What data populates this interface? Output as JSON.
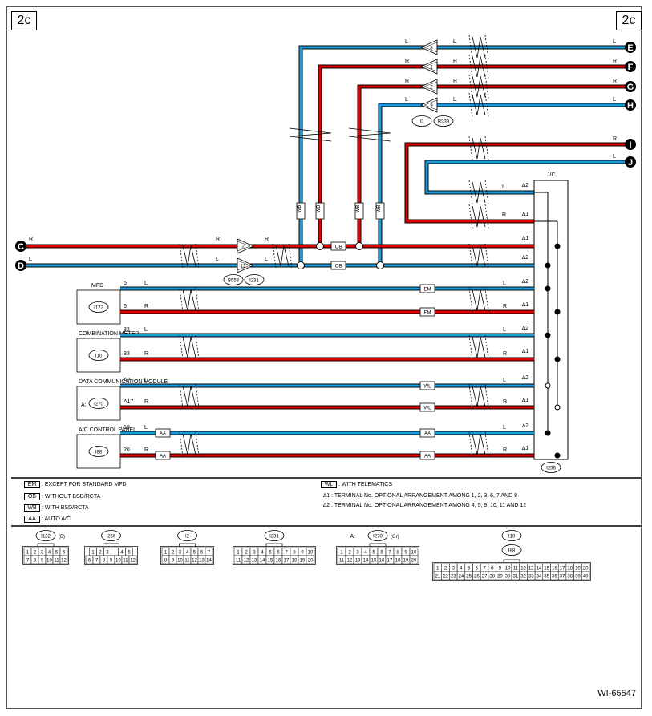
{
  "page": {
    "ref_left": "2c",
    "ref_right": "2c",
    "doc_id": "WI-65547"
  },
  "colors": {
    "red": "#e00000",
    "blue": "#1a9be0",
    "black": "#000000"
  },
  "connectors_right": [
    {
      "letter": "E",
      "color": "L",
      "term": "8"
    },
    {
      "letter": "F",
      "color": "R",
      "term": "1"
    },
    {
      "letter": "G",
      "color": "R",
      "term": "2"
    },
    {
      "letter": "H",
      "color": "L",
      "term": "9"
    },
    {
      "letter": "I",
      "color": "R"
    },
    {
      "letter": "J",
      "color": "L"
    }
  ],
  "connectors_left": [
    {
      "letter": "C",
      "color": "R",
      "term": "2"
    },
    {
      "letter": "D",
      "color": "L",
      "term": "12"
    }
  ],
  "conn_labels": {
    "top_a": "I2",
    "top_b": "R339",
    "mid_a": "B553",
    "mid_b": "I231",
    "jc": "J/C",
    "jc_conn": "I256"
  },
  "wire_codes": {
    "wb": "WB",
    "ob": "OB",
    "em": "EM",
    "wl": "WL",
    "aa": "AA"
  },
  "jc_terms": [
    "∆2",
    "∆1",
    "∆1",
    "∆2",
    "∆2",
    "∆1",
    "∆2",
    "∆1",
    "∆2",
    "∆1",
    "∆2",
    "∆1"
  ],
  "modules": [
    {
      "title": "MFD",
      "conn": "I122",
      "pin_l": "5",
      "pin_r": "6"
    },
    {
      "title": "COMBINATION METER",
      "conn": "I10",
      "pin_l": "32",
      "pin_r": "33"
    },
    {
      "title": "DATA COMMUNICATION MODULE",
      "conn": "I270",
      "conn_prefix": "A:",
      "pin_l": "A7",
      "pin_r": "A17"
    },
    {
      "title": "A/C CONTROL PANEL",
      "conn": "I88",
      "pin_l": "19",
      "pin_r": "20"
    }
  ],
  "legend": [
    {
      "code": "EM",
      "text": ": EXCEPT FOR STANDARD MFD"
    },
    {
      "code": "OB",
      "text": ": WITHOUT BSD/RCTA"
    },
    {
      "code": "WB",
      "text": ": WITH BSD/RCTA"
    },
    {
      "code": "AA",
      "text": ": AUTO A/C"
    },
    {
      "code": "WL",
      "text": ": WITH TELEMATICS"
    },
    {
      "code": "∆1",
      "text": ": TERMINAL No. OPTIONAL ARRANGEMENT AMONG 1, 2, 3, 6, 7 AND 8"
    },
    {
      "code": "∆2",
      "text": ": TERMINAL No. OPTIONAL ARRANGEMENT AMONG 4, 5, 9, 10, 11 AND 12"
    }
  ],
  "conn_faces": [
    {
      "name": "I122",
      "suffix": "(B)",
      "rows": [
        [
          "1",
          "2",
          "3",
          "4",
          "5",
          "6"
        ],
        [
          "7",
          "8",
          "9",
          "10",
          "11",
          "12"
        ]
      ]
    },
    {
      "name": "I256",
      "rows": [
        [
          "1",
          "2",
          "3",
          "",
          "4",
          "5"
        ],
        [
          "6",
          "7",
          "8",
          "9",
          "10",
          "11",
          "12"
        ]
      ]
    },
    {
      "name": "I2",
      "rows": [
        [
          "1",
          "2",
          "3",
          "4",
          "5",
          "6",
          "7"
        ],
        [
          "8",
          "9",
          "10",
          "11",
          "12",
          "13",
          "14"
        ]
      ]
    },
    {
      "name": "I231",
      "rows": [
        [
          "1",
          "2",
          "3",
          "4",
          "5",
          "6",
          "7",
          "8",
          "9",
          "10"
        ],
        [
          "11",
          "12",
          "13",
          "14",
          "15",
          "16",
          "17",
          "18",
          "19",
          "20"
        ]
      ]
    },
    {
      "name": "I270",
      "prefix": "A:",
      "suffix": "(Gr)",
      "rows": [
        [
          "1",
          "2",
          "3",
          "4",
          "5",
          "6",
          "7",
          "8",
          "9",
          "10"
        ],
        [
          "11",
          "12",
          "13",
          "14",
          "15",
          "16",
          "17",
          "18",
          "19",
          "20"
        ]
      ]
    },
    {
      "name": "I10",
      "name2": "I88",
      "rows": [
        [
          "1",
          "2",
          "3",
          "4",
          "5",
          "6",
          "7",
          "8",
          "9",
          "10",
          "11",
          "12",
          "13",
          "14",
          "15",
          "16",
          "17",
          "18",
          "19",
          "20"
        ],
        [
          "21",
          "22",
          "23",
          "24",
          "25",
          "26",
          "27",
          "28",
          "29",
          "30",
          "31",
          "32",
          "33",
          "34",
          "35",
          "36",
          "37",
          "38",
          "39",
          "40"
        ]
      ]
    }
  ]
}
